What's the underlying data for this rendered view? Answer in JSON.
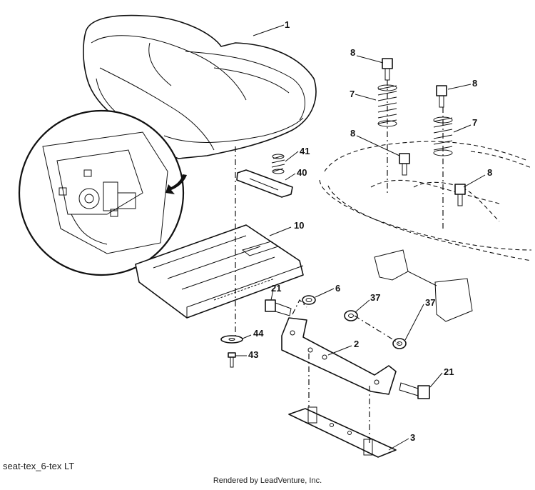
{
  "callouts": {
    "c1": "1",
    "c2": "2",
    "c3": "3",
    "c6": "6",
    "c7a": "7",
    "c7b": "7",
    "c8a": "8",
    "c8b": "8",
    "c8c": "8",
    "c8d": "8",
    "c10": "10",
    "c21a": "21",
    "c21b": "21",
    "c37a": "37",
    "c37b": "37",
    "c40": "40",
    "c41": "41",
    "c43": "43",
    "c44": "44"
  },
  "caption": "seat-tex_6-tex LT",
  "footer": "Rendered by LeadVenture, Inc."
}
